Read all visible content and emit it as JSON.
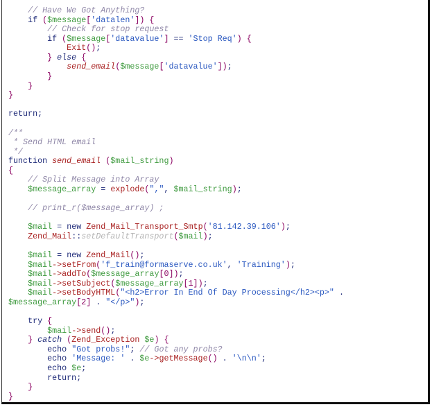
{
  "colors": {
    "comment": "#9088a8",
    "keyword": "#1e2a78",
    "variable": "#3e9a3e",
    "string": "#2a58c0",
    "function": "#a82020",
    "punctuation": "#8a0060"
  },
  "code_lines": [
    [
      [
        "t",
        "    "
      ],
      [
        "c",
        "// Have We Got Anything?"
      ]
    ],
    [
      [
        "t",
        "    "
      ],
      [
        "k",
        "if"
      ],
      [
        "t",
        " "
      ],
      [
        "p",
        "("
      ],
      [
        "v",
        "$message"
      ],
      [
        "p",
        "["
      ],
      [
        "s",
        "'datalen'"
      ],
      [
        "p",
        "])"
      ],
      [
        "t",
        " "
      ],
      [
        "p",
        "{"
      ]
    ],
    [
      [
        "t",
        "        "
      ],
      [
        "c",
        "// Check for stop request"
      ]
    ],
    [
      [
        "t",
        "        "
      ],
      [
        "k",
        "if"
      ],
      [
        "t",
        " "
      ],
      [
        "p",
        "("
      ],
      [
        "v",
        "$message"
      ],
      [
        "p",
        "["
      ],
      [
        "s",
        "'datavalue'"
      ],
      [
        "p",
        "]"
      ],
      [
        "t",
        " == "
      ],
      [
        "s",
        "'Stop Req'"
      ],
      [
        "p",
        ")"
      ],
      [
        "t",
        " "
      ],
      [
        "p",
        "{"
      ]
    ],
    [
      [
        "t",
        "            "
      ],
      [
        "f",
        "Exit"
      ],
      [
        "p",
        "()"
      ],
      [
        "t",
        ";"
      ]
    ],
    [
      [
        "t",
        "        "
      ],
      [
        "p",
        "}"
      ],
      [
        "t",
        " "
      ],
      [
        "ki",
        "else"
      ],
      [
        "t",
        " "
      ],
      [
        "p",
        "{"
      ]
    ],
    [
      [
        "t",
        "            "
      ],
      [
        "fi",
        "send_email"
      ],
      [
        "p",
        "("
      ],
      [
        "v",
        "$message"
      ],
      [
        "p",
        "["
      ],
      [
        "s",
        "'datavalue'"
      ],
      [
        "p",
        "])"
      ],
      [
        "t",
        ";"
      ]
    ],
    [
      [
        "t",
        "        "
      ],
      [
        "p",
        "}"
      ]
    ],
    [
      [
        "t",
        "    "
      ],
      [
        "p",
        "}"
      ]
    ],
    [
      [
        "p",
        "}"
      ]
    ],
    [],
    [
      [
        "k",
        "return"
      ],
      [
        "t",
        ";"
      ]
    ],
    [],
    [
      [
        "c",
        "/**"
      ]
    ],
    [
      [
        "c",
        " * Send HTML email"
      ]
    ],
    [
      [
        "c",
        " */"
      ]
    ],
    [
      [
        "k",
        "function"
      ],
      [
        "t",
        " "
      ],
      [
        "fi",
        "send_email"
      ],
      [
        "t",
        " "
      ],
      [
        "p",
        "("
      ],
      [
        "v",
        "$mail_string"
      ],
      [
        "p",
        ")"
      ]
    ],
    [
      [
        "p",
        "{"
      ]
    ],
    [
      [
        "t",
        "    "
      ],
      [
        "c",
        "// Split Message into Array"
      ]
    ],
    [
      [
        "t",
        "    "
      ],
      [
        "v",
        "$message_array"
      ],
      [
        "t",
        " = "
      ],
      [
        "f",
        "explode"
      ],
      [
        "p",
        "("
      ],
      [
        "s",
        "\",\""
      ],
      [
        "t",
        ", "
      ],
      [
        "v",
        "$mail_string"
      ],
      [
        "p",
        ")"
      ],
      [
        "t",
        ";"
      ]
    ],
    [],
    [
      [
        "t",
        "    "
      ],
      [
        "c",
        "// print_r($message_array) ;"
      ]
    ],
    [],
    [
      [
        "t",
        "    "
      ],
      [
        "v",
        "$mail"
      ],
      [
        "t",
        " = "
      ],
      [
        "k",
        "new"
      ],
      [
        "t",
        " "
      ],
      [
        "f",
        "Zend_Mail_Transport_Smtp"
      ],
      [
        "p",
        "("
      ],
      [
        "s",
        "'81.142.39.106'"
      ],
      [
        "p",
        ")"
      ],
      [
        "t",
        ";"
      ]
    ],
    [
      [
        "t",
        "    "
      ],
      [
        "f",
        "Zend_Mail"
      ],
      [
        "t",
        "::"
      ],
      [
        "g",
        "setDefaultTransport"
      ],
      [
        "p",
        "("
      ],
      [
        "v",
        "$mail"
      ],
      [
        "p",
        ")"
      ],
      [
        "t",
        ";"
      ]
    ],
    [],
    [
      [
        "t",
        "    "
      ],
      [
        "v",
        "$mail"
      ],
      [
        "t",
        " = "
      ],
      [
        "k",
        "new"
      ],
      [
        "t",
        " "
      ],
      [
        "f",
        "Zend_Mail"
      ],
      [
        "p",
        "()"
      ],
      [
        "t",
        ";"
      ]
    ],
    [
      [
        "t",
        "    "
      ],
      [
        "v",
        "$mail"
      ],
      [
        "f",
        "->setFrom"
      ],
      [
        "p",
        "("
      ],
      [
        "s",
        "'f_train@formaserve.co.uk'"
      ],
      [
        "t",
        ", "
      ],
      [
        "s",
        "'Training'"
      ],
      [
        "p",
        ")"
      ],
      [
        "t",
        ";"
      ]
    ],
    [
      [
        "t",
        "    "
      ],
      [
        "v",
        "$mail"
      ],
      [
        "f",
        "->addTo"
      ],
      [
        "p",
        "("
      ],
      [
        "v",
        "$message_array"
      ],
      [
        "p",
        "[0])"
      ],
      [
        "t",
        ";"
      ]
    ],
    [
      [
        "t",
        "    "
      ],
      [
        "v",
        "$mail"
      ],
      [
        "f",
        "->setSubject"
      ],
      [
        "p",
        "("
      ],
      [
        "v",
        "$message_array"
      ],
      [
        "p",
        "[1])"
      ],
      [
        "t",
        ";"
      ]
    ],
    [
      [
        "t",
        "    "
      ],
      [
        "v",
        "$mail"
      ],
      [
        "f",
        "->setBodyHTML"
      ],
      [
        "p",
        "("
      ],
      [
        "s",
        "\"<h2>Error In End Of Day Processing</h2><p>\""
      ],
      [
        "t",
        " ."
      ]
    ],
    [
      [
        "v",
        "$message_array"
      ],
      [
        "p",
        "[2]"
      ],
      [
        "t",
        " . "
      ],
      [
        "s",
        "\"</p>\""
      ],
      [
        "p",
        ")"
      ],
      [
        "t",
        ";"
      ]
    ],
    [],
    [
      [
        "t",
        "    "
      ],
      [
        "k",
        "try"
      ],
      [
        "t",
        " "
      ],
      [
        "p",
        "{"
      ]
    ],
    [
      [
        "t",
        "        "
      ],
      [
        "v",
        "$mail"
      ],
      [
        "f",
        "->send"
      ],
      [
        "p",
        "()"
      ],
      [
        "t",
        ";"
      ]
    ],
    [
      [
        "t",
        "    "
      ],
      [
        "p",
        "}"
      ],
      [
        "t",
        " "
      ],
      [
        "ki",
        "catch"
      ],
      [
        "t",
        " "
      ],
      [
        "p",
        "("
      ],
      [
        "f",
        "Zend_Exception"
      ],
      [
        "t",
        " "
      ],
      [
        "v",
        "$e"
      ],
      [
        "p",
        ")"
      ],
      [
        "t",
        " "
      ],
      [
        "p",
        "{"
      ]
    ],
    [
      [
        "t",
        "        "
      ],
      [
        "k",
        "echo"
      ],
      [
        "t",
        " "
      ],
      [
        "s",
        "\"Got probs!\""
      ],
      [
        "t",
        "; "
      ],
      [
        "c",
        "// Got any probs?"
      ]
    ],
    [
      [
        "t",
        "        "
      ],
      [
        "k",
        "echo"
      ],
      [
        "t",
        " "
      ],
      [
        "s",
        "'Message: '"
      ],
      [
        "t",
        " . "
      ],
      [
        "v",
        "$e"
      ],
      [
        "f",
        "->getMessage"
      ],
      [
        "p",
        "()"
      ],
      [
        "t",
        " . "
      ],
      [
        "s",
        "'\\n\\n'"
      ],
      [
        "t",
        ";"
      ]
    ],
    [
      [
        "t",
        "        "
      ],
      [
        "k",
        "echo"
      ],
      [
        "t",
        " "
      ],
      [
        "v",
        "$e"
      ],
      [
        "t",
        ";"
      ]
    ],
    [
      [
        "t",
        "        "
      ],
      [
        "k",
        "return"
      ],
      [
        "t",
        ";"
      ]
    ],
    [
      [
        "t",
        "    "
      ],
      [
        "p",
        "}"
      ]
    ],
    [
      [
        "p",
        "}"
      ]
    ]
  ]
}
